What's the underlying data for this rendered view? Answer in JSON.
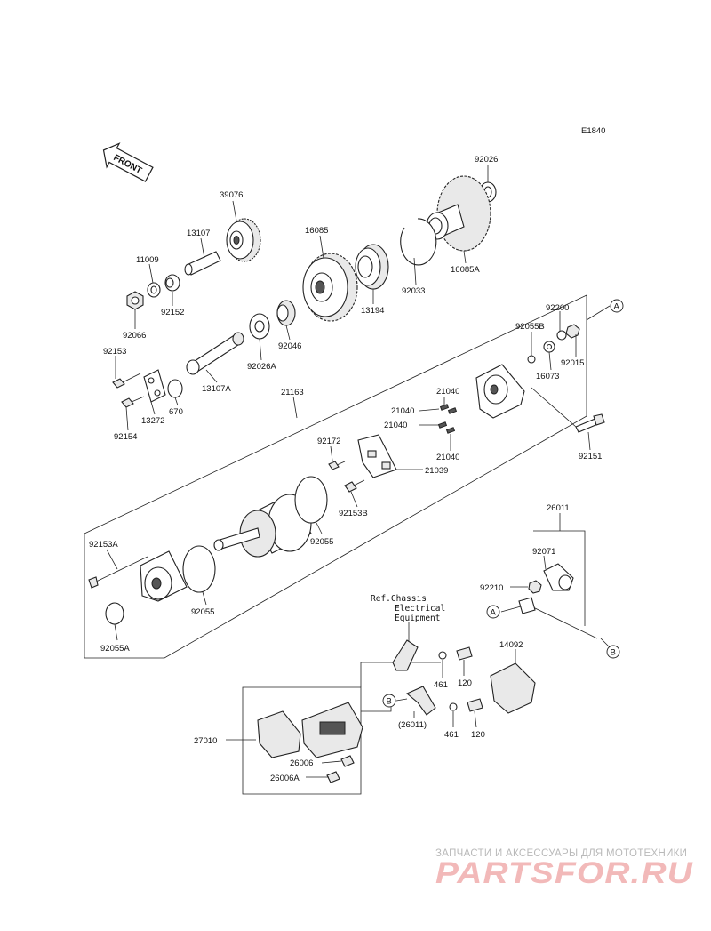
{
  "diagram_code": "E1840",
  "front_label": "FRONT",
  "parts": {
    "p39076": "39076",
    "p13107": "13107",
    "p11009": "11009",
    "p92152": "92152",
    "p92066": "92066",
    "p16085": "16085",
    "p13194": "13194",
    "p92046": "92046",
    "p92026A": "92026A",
    "p13107A": "13107A",
    "p92026": "92026",
    "p16085A": "16085A",
    "p92033": "92033",
    "p92153": "92153",
    "p13272": "13272",
    "p670": "670",
    "p92154": "92154",
    "p21163": "21163",
    "p92200": "92200",
    "p92055B": "92055B",
    "p92015": "92015",
    "p16073": "16073",
    "p21040a": "21040",
    "p21040b": "21040",
    "p21040c": "21040",
    "p21040d": "21040",
    "p92172": "92172",
    "p21039": "21039",
    "p92151": "92151",
    "p92153B": "92153B",
    "p92055": "92055",
    "p92153A": "92153A",
    "p92055b2": "92055",
    "p92055A": "92055A",
    "p26011": "26011",
    "p92071": "92071",
    "p92210": "92210",
    "p461a": "461",
    "p120a": "120",
    "p461b": "461",
    "p120b": "120",
    "p26011ref": "(26011)",
    "p14092": "14092",
    "p27010": "27010",
    "p26006": "26006",
    "p26006A": "26006A"
  },
  "ref_note": {
    "line1": "Ref.Chassis",
    "line2": "Electrical",
    "line3": "Equipment"
  },
  "callouts": {
    "a1": "A",
    "a2": "A",
    "b1": "B",
    "b2": "B"
  },
  "watermark": {
    "top": "ЗАПЧАСТИ И АКСЕССУАРЫ ДЛЯ МОТОТЕХНИКИ",
    "brand": "PARTSFOR.RU"
  }
}
